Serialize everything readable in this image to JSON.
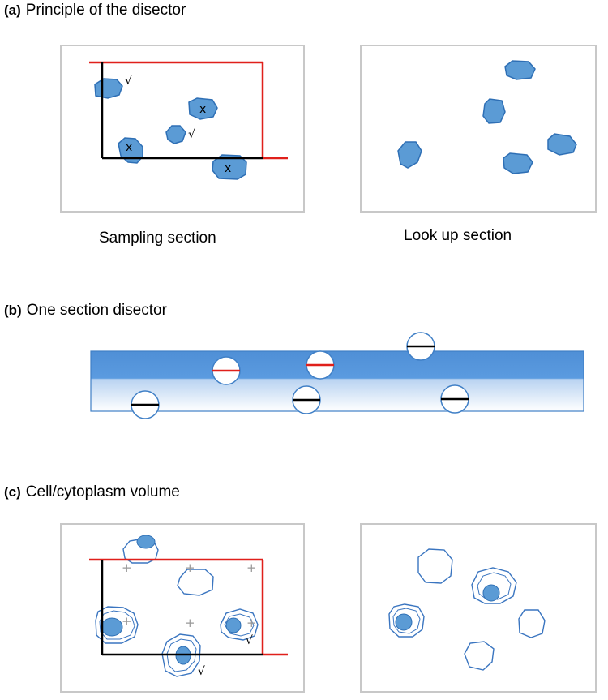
{
  "panel_a": {
    "tag": "(a)",
    "title": "Principle of the disector",
    "left_caption": "Sampling section",
    "right_caption": "Look up section",
    "counted_mark": "√",
    "excluded_mark": "x"
  },
  "panel_b": {
    "tag": "(b)",
    "title": "One section disector"
  },
  "panel_c": {
    "tag": "(c)",
    "title": "Cell/cytoplasm volume",
    "counted_mark": "√",
    "grid_mark": "+"
  },
  "colors": {
    "particle_fill": "#5b9bd5",
    "particle_stroke": "#2e6fb5",
    "frame_inclusion": "#000000",
    "frame_exclusion": "#e0201b",
    "panel_border": "#c8c8c8",
    "grid_point": "#999999"
  }
}
